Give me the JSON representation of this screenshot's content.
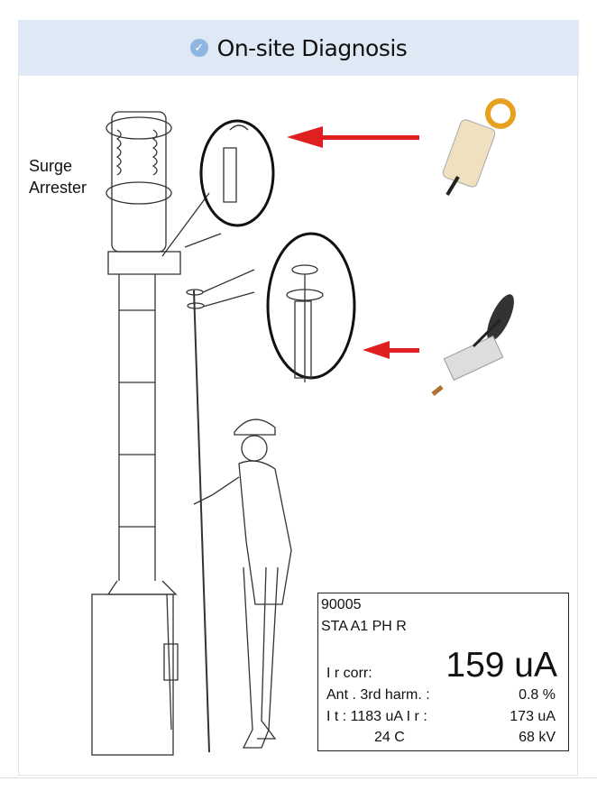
{
  "header": {
    "title": "On-site Diagnosis",
    "icon": "check-circle-icon"
  },
  "illustration": {
    "label_line1": "Surge",
    "label_line2": "Arrester"
  },
  "display": {
    "id": "90005",
    "station": "STA A1 PH R",
    "ir_corr_label": "I r corr:",
    "ir_corr_value": "159 uA",
    "harm_label": "Ant . 3rd  harm.  :",
    "harm_value": "0.8 %",
    "it_label": "I t :  1183 uA   I r :",
    "ir_value": "173 uA",
    "temp": "24   C",
    "voltage": "68 kV"
  },
  "colors": {
    "header_bg": "#dfe9f5",
    "arrow": "#e02020",
    "check": "#8db6e0"
  }
}
